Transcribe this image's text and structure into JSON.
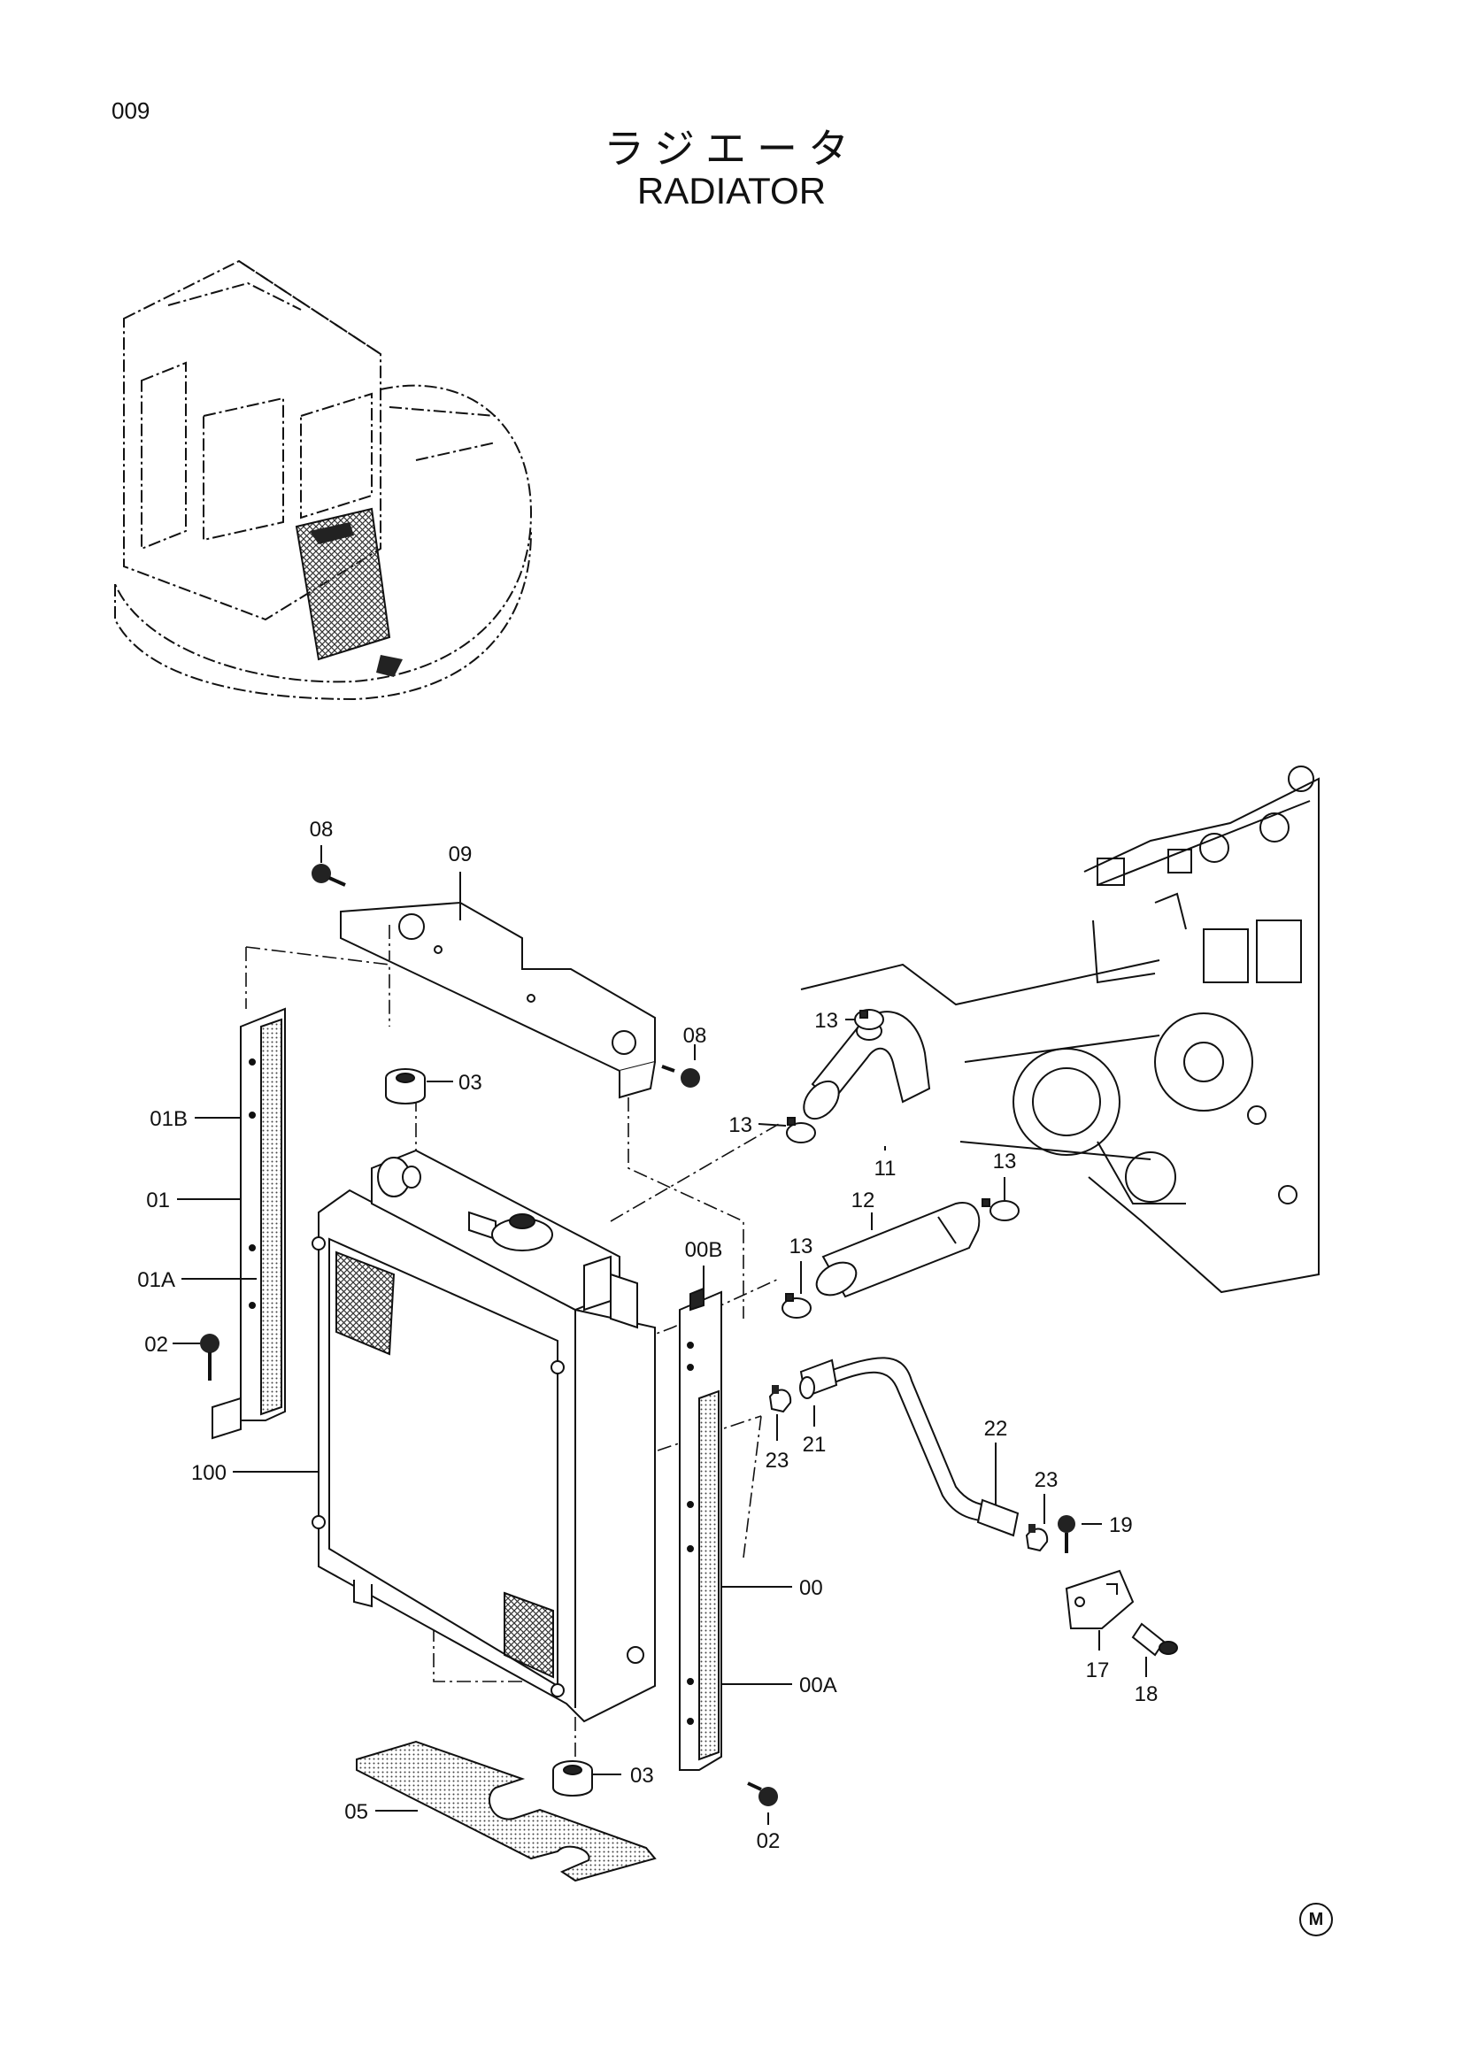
{
  "page_number": "009",
  "title_jp": "ラジエータ",
  "title_en": "RADIATOR",
  "footer_mark": "M",
  "callouts": {
    "c08a": "08",
    "c09": "09",
    "c08b": "08",
    "c03a": "03",
    "c01b": "01B",
    "c01": "01",
    "c01a": "01A",
    "c02a": "02",
    "c100": "100",
    "c05": "05",
    "c03b": "03",
    "c00b": "00B",
    "c00": "00",
    "c00a": "00A",
    "c02b": "02",
    "c13a": "13",
    "c13b": "13",
    "c11": "11",
    "c13c": "13",
    "c12": "12",
    "c13d": "13",
    "c21": "21",
    "c23a": "23",
    "c22": "22",
    "c23b": "23",
    "c19": "19",
    "c17": "17",
    "c18": "18"
  }
}
